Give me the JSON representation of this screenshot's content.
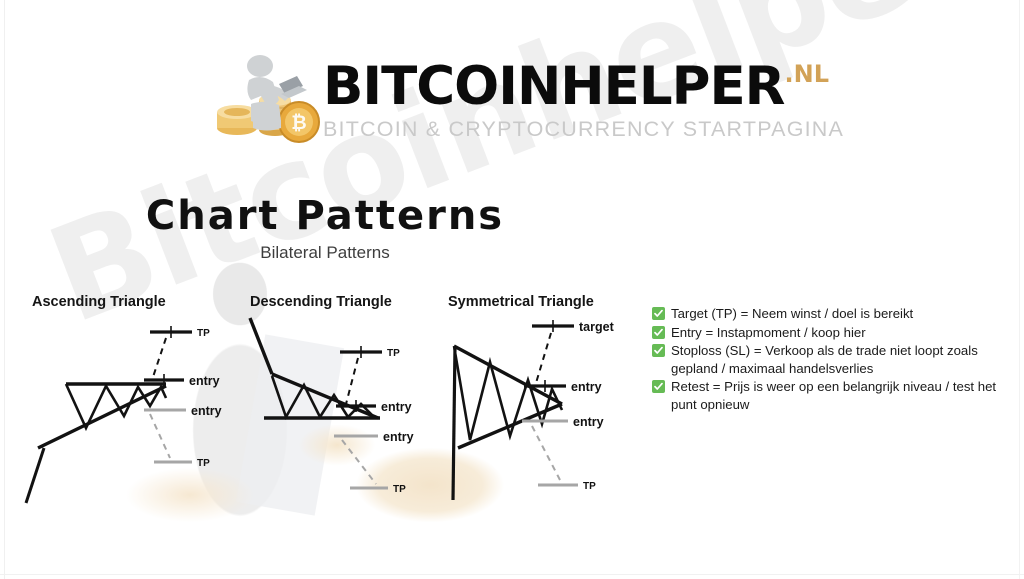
{
  "header": {
    "logo_main": "BITCOINHELPER",
    "logo_tld": ".NL",
    "logo_sub": "BITCOIN & CRYPTOCURRENCY STARTPAGINA",
    "mascot_icon": "person-with-laptop-and-coins-icon",
    "tld_color": "#d2a257"
  },
  "watermark": {
    "text": "Bitcoinhelper copywright",
    "color": "#efefef"
  },
  "title": {
    "main": "Chart Patterns",
    "sub": "Bilateral Patterns"
  },
  "patterns": [
    {
      "id": "ascending-triangle",
      "title": "Ascending Triangle",
      "labels": {
        "upper_target": "TP",
        "upper_entry": "entry",
        "lower_entry": "entry",
        "lower_target": "TP"
      }
    },
    {
      "id": "descending-triangle",
      "title": "Descending Triangle",
      "labels": {
        "upper_target": "TP",
        "upper_entry": "entry",
        "lower_entry": "entry",
        "lower_target": "TP"
      }
    },
    {
      "id": "symmetrical-triangle",
      "title": "Symmetrical Triangle",
      "labels": {
        "upper_target": "target",
        "upper_entry": "entry",
        "lower_entry": "entry",
        "lower_target": "TP"
      }
    }
  ],
  "legend": {
    "check_color": "#66bb55",
    "items": [
      "Target (TP) = Neem winst / doel is bereikt",
      "Entry = Instapmoment / koop hier",
      "Stoploss (SL) = Verkoop als de trade niet loopt zoals gepland / maximaal handelsverlies",
      "Retest = Prijs is weer op een belangrijk niveau / test het punt opnieuw"
    ]
  }
}
